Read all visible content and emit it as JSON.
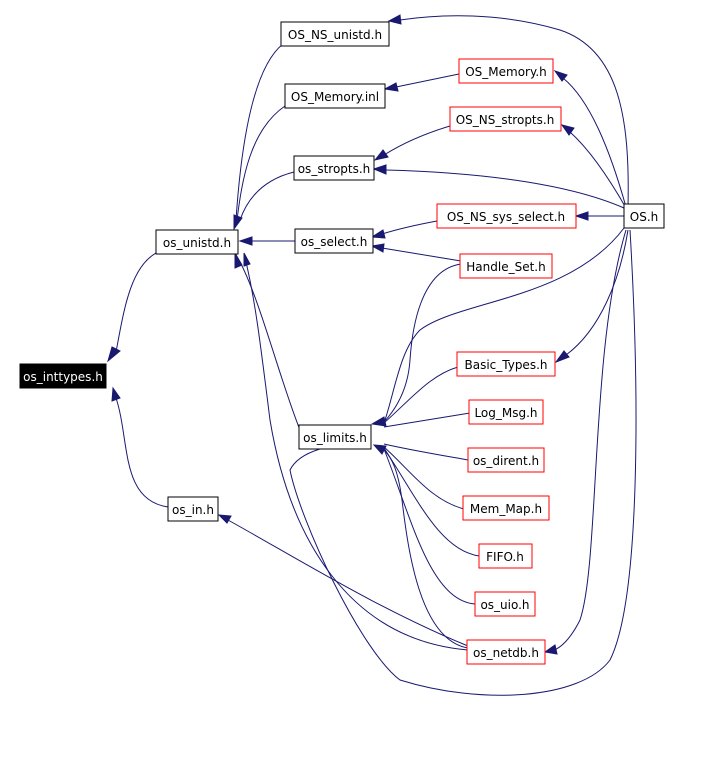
{
  "colors": {
    "edge": "#191970",
    "node_border": "#000000",
    "highlight_border": "#ff0000",
    "root_fill": "#000000",
    "root_text": "#ffffff"
  },
  "nodes": {
    "os_inttypes": "os_inttypes.h",
    "os_unistd": "os_unistd.h",
    "os_in": "os_in.h",
    "OS_NS_unistd": "OS_NS_unistd.h",
    "OS_Memory_inl": "OS_Memory.inl",
    "os_stropts": "os_stropts.h",
    "os_select": "os_select.h",
    "os_limits": "os_limits.h",
    "OS_Memory": "OS_Memory.h",
    "OS_NS_stropts": "OS_NS_stropts.h",
    "OS_NS_sys_select": "OS_NS_sys_select.h",
    "Handle_Set": "Handle_Set.h",
    "Basic_Types": "Basic_Types.h",
    "Log_Msg": "Log_Msg.h",
    "os_dirent": "os_dirent.h",
    "Mem_Map": "Mem_Map.h",
    "FIFO": "FIFO.h",
    "os_uio": "os_uio.h",
    "os_netdb": "os_netdb.h",
    "OS": "OS.h"
  }
}
